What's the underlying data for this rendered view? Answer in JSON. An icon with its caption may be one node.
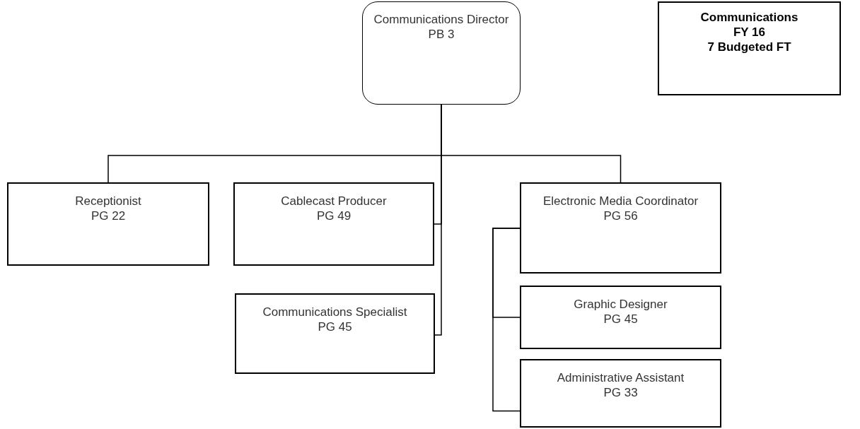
{
  "diagram": {
    "nodes": [
      {
        "text": [
          "Communications Director",
          "PB 3"
        ]
      },
      {
        "text": [
          "Communications",
          "FY 16",
          "7 Budgeted FT"
        ]
      },
      {
        "text": [
          "Receptionist",
          "PG 22"
        ]
      },
      {
        "text": [
          "Cablecast Producer",
          "PG 49"
        ]
      },
      {
        "text": [
          "Electronic Media Coordinator",
          "PG 56"
        ]
      },
      {
        "text": [
          "Communications Specialist",
          "PG 45"
        ]
      },
      {
        "text": [
          "Graphic Designer",
          "PG 45"
        ]
      },
      {
        "text": [
          "Administrative Assistant",
          "PG 33"
        ]
      }
    ],
    "edges": [
      {
        "from": 0,
        "to": 2,
        "arrow": "none"
      },
      {
        "from": 0,
        "to": 4,
        "arrow": "none"
      },
      {
        "from": 0,
        "to": 3,
        "arrow": "none"
      },
      {
        "from": 0,
        "to": 5,
        "arrow": "none"
      },
      {
        "from": 4,
        "to": 6,
        "arrow": "none"
      },
      {
        "from": 4,
        "to": 7,
        "arrow": "none"
      }
    ]
  }
}
